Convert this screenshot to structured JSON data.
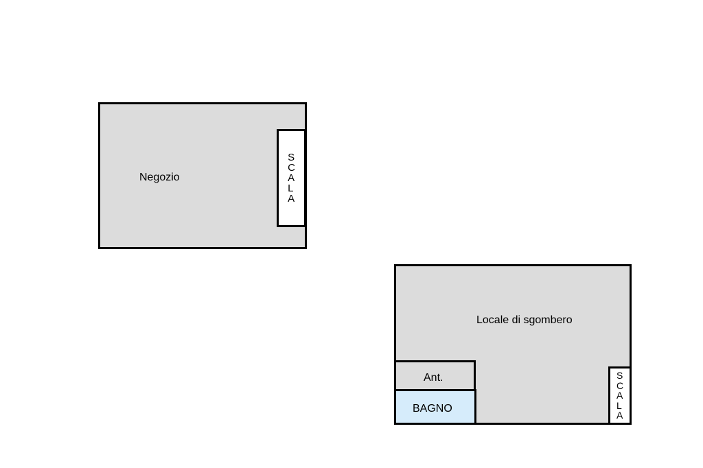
{
  "ground_floor": {
    "shop_label": "Negozio",
    "stair_label": "SCALA"
  },
  "lower_floor": {
    "storage_label": "Locale di sgombero",
    "anteroom_label": "Ant.",
    "bathroom_label": "BAGNO",
    "stair_label": "SCALA"
  },
  "colors": {
    "room_fill": "#dcdcdc",
    "bathroom_fill": "#d6ecfb",
    "wall": "#000000",
    "stair_fill": "#ffffff"
  }
}
